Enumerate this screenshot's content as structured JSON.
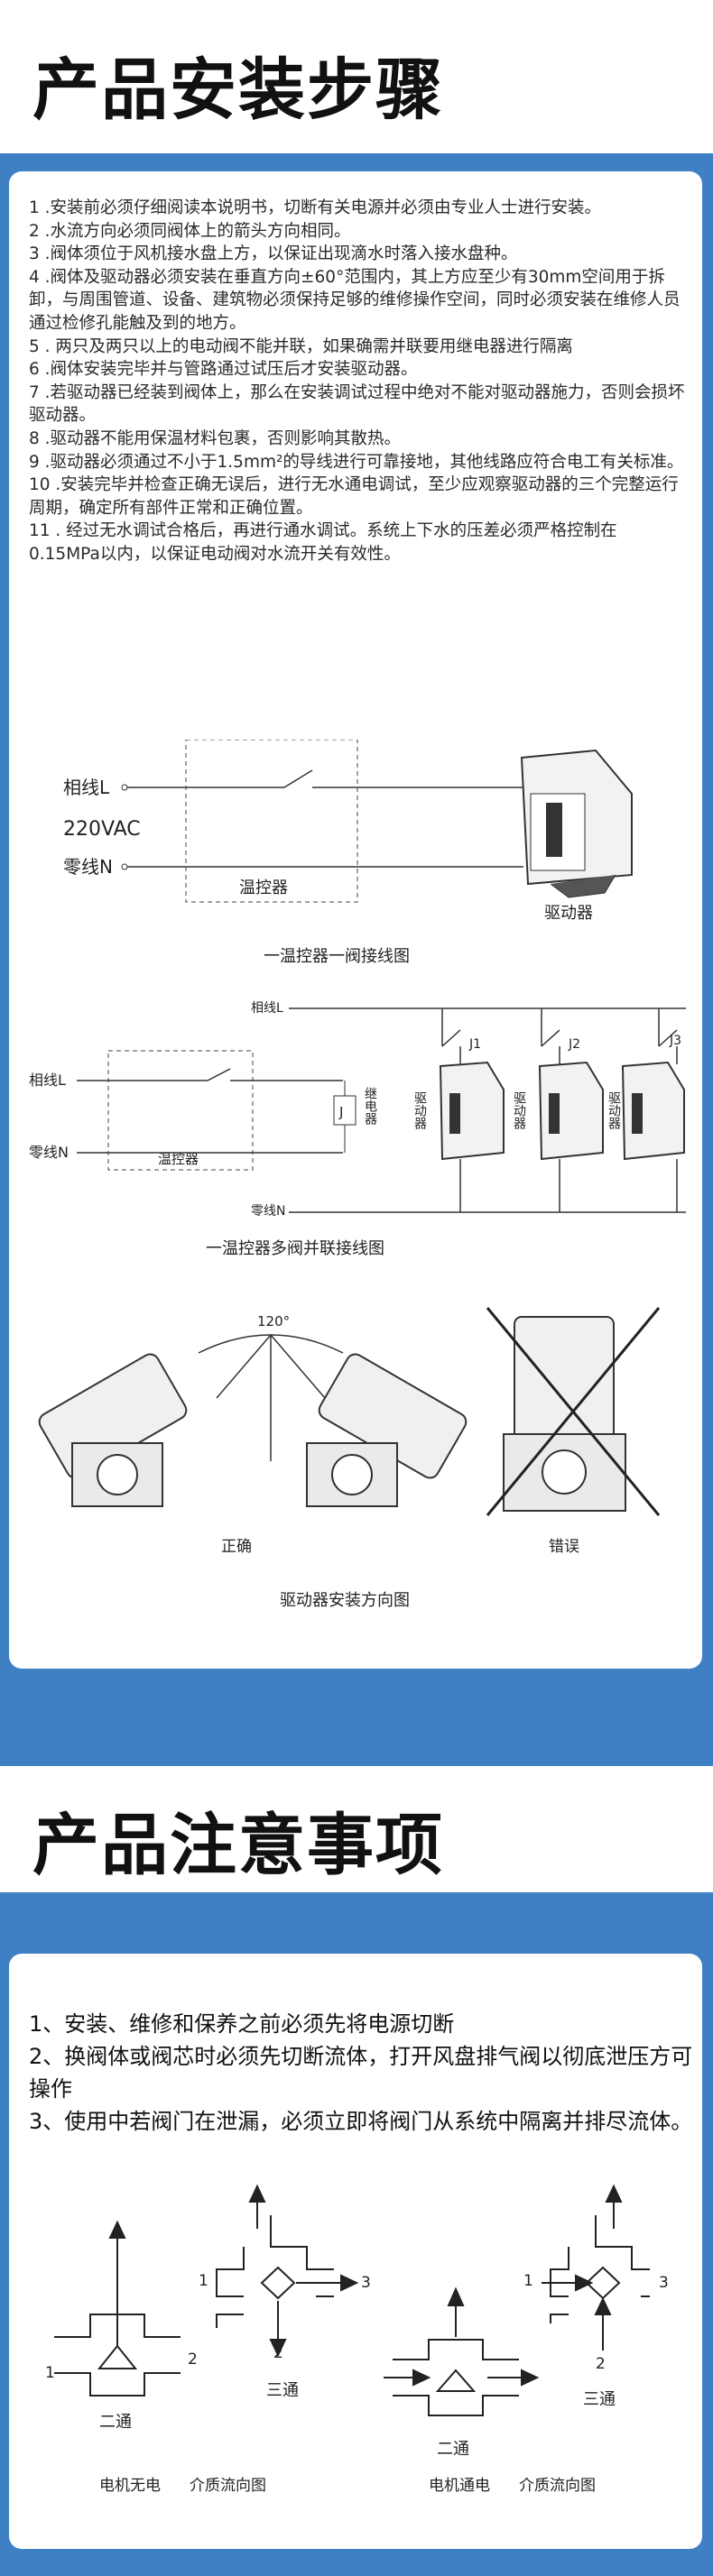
{
  "section1": {
    "title": "产品安装步骤",
    "steps": [
      "1 .安装前必须仔细阅读本说明书，切断有关电源并必须由专业人士进行安装。",
      "2 .水流方向必须同阀体上的箭头方向相同。",
      "3 .阀体须位于风机接水盘上方，以保证出现滴水时落入接水盘种。",
      "4 .阀体及驱动器必须安装在垂直方向±60°范围内，其上方应至少有30mm空间用于拆卸，与周围管道、设备、建筑物必须保持足够的维修操作空间，同时必须安装在维修人员通过检修孔能触及到的地方。",
      "5 . 两只及两只以上的电动阀不能并联，如果确需并联要用继电器进行隔离",
      "6 .阀体安装完毕并与管路通过试压后才安装驱动器。",
      "7 .若驱动器已经装到阀体上，那么在安装调试过程中绝对不能对驱动器施力，否则会损坏驱动器。",
      "8 .驱动器不能用保温材料包裹，否则影响其散热。",
      "9 .驱动器必须通过不小于1.5mm²的导线进行可靠接地，其他线路应符合电工有关标准。",
      "10 .安装完毕并检查正确无误后，进行无水通电调试，至少应观察驱动器的三个完整运行周期，确定所有部件正常和正确位置。",
      "11 . 经过无水调试合格后，再进行通水调试。系统上下水的压差必须严格控制在0.15MPa以内，以保证电动阀对水流开关有效性。"
    ],
    "diagram1": {
      "live": "相线L",
      "voltage": "220VAC",
      "neutral": "零线N",
      "thermostat": "温控器",
      "driver": "驱动器",
      "caption": "一温控器一阀接线图"
    },
    "diagram2": {
      "live": "相线L",
      "neutral": "零线N",
      "live_top": "相线L",
      "neutral_bottom": "零线N",
      "thermostat": "温控器",
      "relay": "继电器",
      "relay_j": "J",
      "j1": "J1",
      "j2": "J2",
      "j3": "J3",
      "driver": "驱动器",
      "caption": "一温控器多阀并联接线图"
    },
    "diagram3": {
      "angle": "120°",
      "correct": "正确",
      "wrong": "错误",
      "caption": "驱动器安装方向图"
    }
  },
  "section2": {
    "title": "产品注意事项",
    "notes": [
      "1、安装、维修和保养之前必须先将电源切断",
      "2、换阀体或阀芯时必须先切断流体，打开风盘排气阀以彻底泄压方可操作",
      "3、使用中若阀门在泄漏，必须立即将阀门从系统中隔离并排尽流体。"
    ],
    "flow": {
      "two_way": "二通",
      "three_way": "三通",
      "p1": "1",
      "p2": "2",
      "p3": "3",
      "off_caption": "电机无电",
      "on_caption": "电机通电",
      "flow_caption": "介质流向图"
    }
  }
}
